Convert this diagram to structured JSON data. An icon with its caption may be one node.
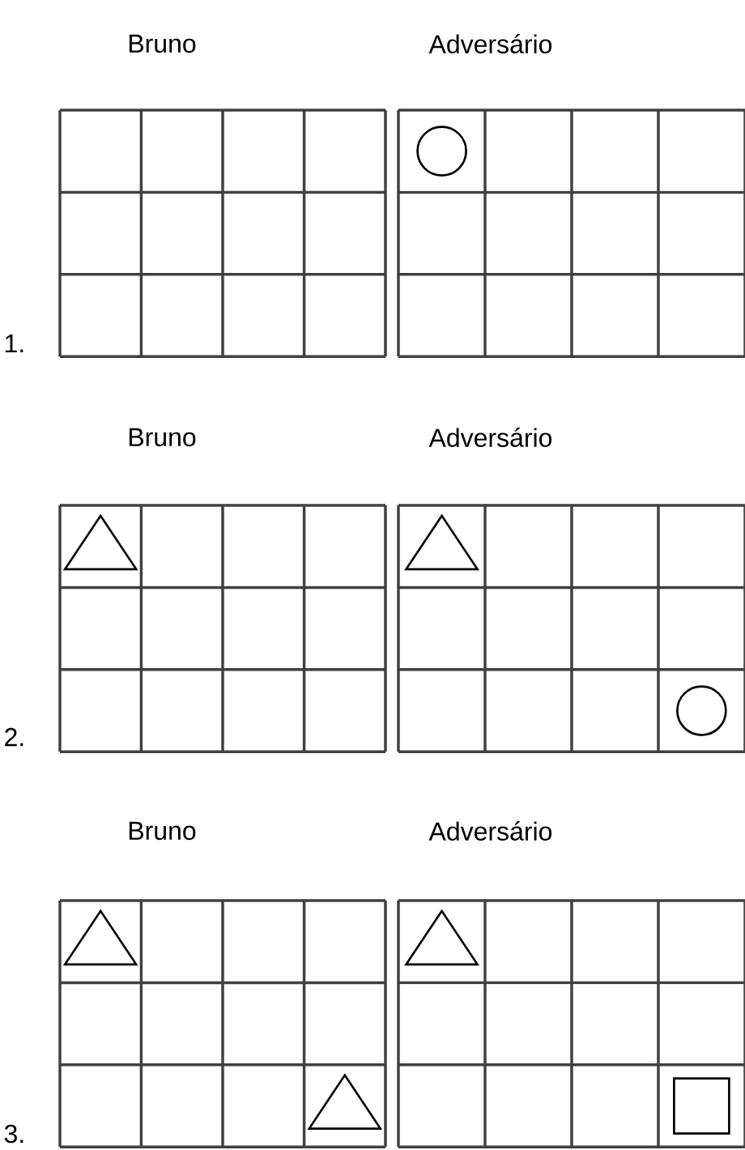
{
  "diagram": {
    "labels": [
      "Bruno",
      "Adversário",
      "1.",
      "Bruno",
      "Adversário",
      "2.",
      "Bruno",
      "Adversário",
      "3."
    ]
  }
}
